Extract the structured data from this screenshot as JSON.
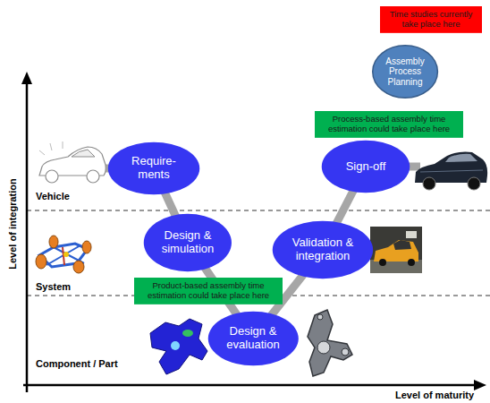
{
  "diagram": {
    "nodes": [
      {
        "text": [
          "Time studies currently take place here"
        ]
      },
      {
        "text": [
          "Assembly Process Planning"
        ]
      },
      {
        "text": [
          "Process-based assembly time estimation could take place here"
        ]
      },
      {
        "text": [
          "Require- ments"
        ]
      },
      {
        "text": [
          "Sign-off"
        ]
      },
      {
        "text": [
          "Design & simulation"
        ]
      },
      {
        "text": [
          "Validation & integration"
        ]
      },
      {
        "text": [
          "Product-based assembly time estimation could take place here"
        ]
      },
      {
        "text": [
          "Design & evaluation"
        ]
      }
    ],
    "edges": [
      {
        "from": 3,
        "to": 5,
        "arrow": "none"
      },
      {
        "from": 5,
        "to": 8,
        "arrow": "none"
      },
      {
        "from": 8,
        "to": 6,
        "arrow": "none"
      },
      {
        "from": 6,
        "to": 4,
        "arrow": "none"
      }
    ],
    "labels": [
      "Vehicle",
      "System",
      "Component / Part",
      "Level of integration",
      "Level of maturity"
    ]
  }
}
